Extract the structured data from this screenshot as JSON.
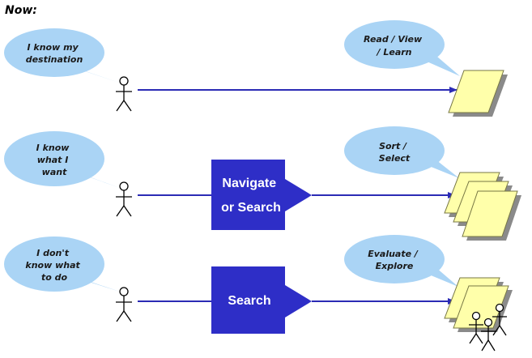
{
  "title": "Now:",
  "rows": [
    {
      "user_bubble": [
        "I know my",
        "destination"
      ],
      "process": [],
      "task_bubble": [
        "Read / View",
        "/ Learn"
      ]
    },
    {
      "user_bubble": [
        "I know",
        "what I",
        "want"
      ],
      "process": [
        "Navigate",
        "or Search"
      ],
      "task_bubble": [
        "Sort /",
        "Select"
      ]
    },
    {
      "user_bubble": [
        "I don't",
        "know what",
        "to do"
      ],
      "process": [
        "Search"
      ],
      "task_bubble": [
        "Evaluate /",
        "Explore"
      ]
    }
  ],
  "colors": {
    "bubble": "#aad4f5",
    "connector": "#2b2bb5",
    "process_box": "#2e2ec7",
    "document": "#ffffaa"
  }
}
